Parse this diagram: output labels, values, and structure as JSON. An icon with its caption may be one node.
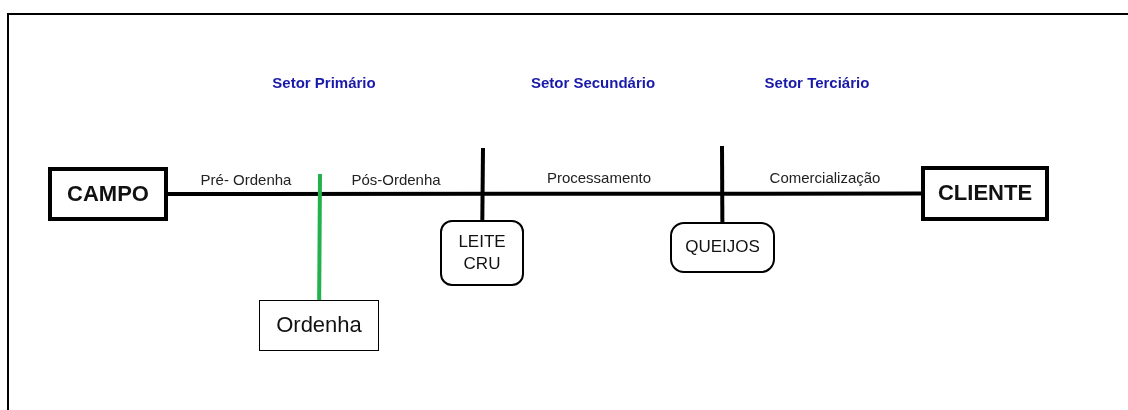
{
  "diagram": {
    "nodes": [
      {
        "text": [
          "CAMPO"
        ]
      },
      {
        "text": [
          "Ordenha"
        ]
      },
      {
        "text": [
          "LEITE CRU"
        ]
      },
      {
        "text": [
          "QUEIJOS"
        ]
      },
      {
        "text": [
          "CLIENTE"
        ]
      }
    ],
    "edges": [
      {
        "from": 0,
        "to": 4,
        "arrow": "none"
      },
      {
        "from": 1,
        "to": null,
        "arrow": "none",
        "color": "#22b14c"
      },
      {
        "from": 2,
        "to": null,
        "arrow": "none"
      },
      {
        "from": 3,
        "to": null,
        "arrow": "none"
      }
    ],
    "labels": [
      "Setor Primário",
      "Setor Secundário",
      "Setor Terciário",
      "Pré- Ordenha",
      "Pós-Ordenha",
      "Processamento",
      "Comercialização"
    ]
  }
}
